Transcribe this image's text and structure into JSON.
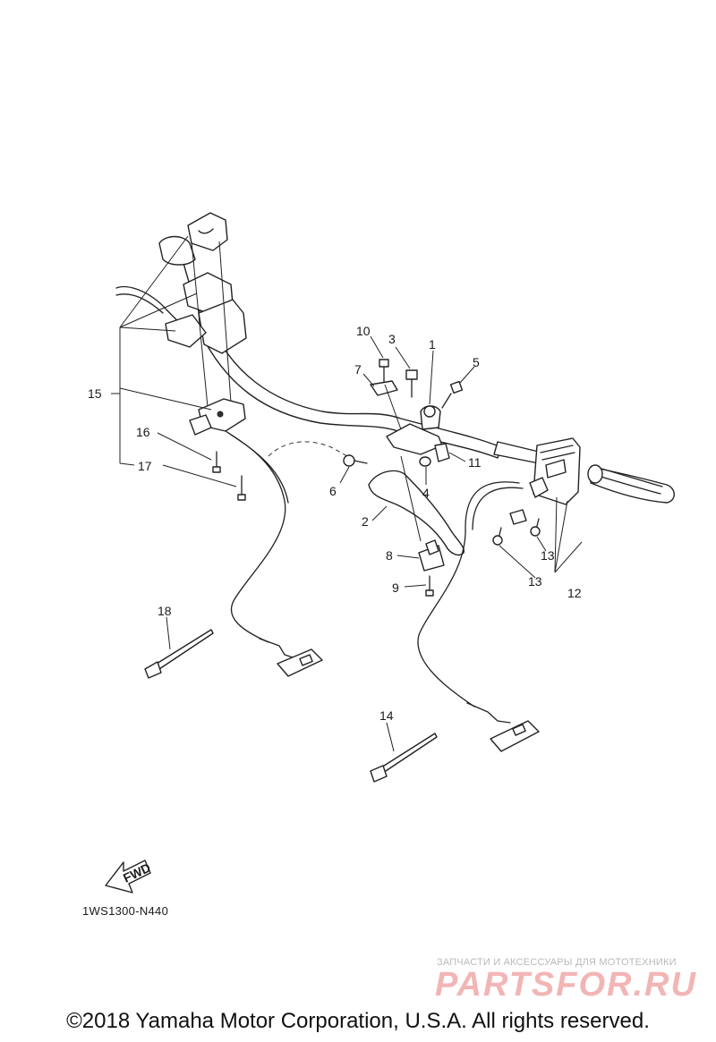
{
  "callouts": [
    "1",
    "2",
    "3",
    "4",
    "5",
    "6",
    "7",
    "8",
    "9",
    "10",
    "11",
    "12",
    "13",
    "13",
    "14",
    "15",
    "16",
    "17",
    "18"
  ],
  "fwd_label": "FWD",
  "diagram_code": "1WS1300-N440",
  "watermark": {
    "subtitle": "ЗАПЧАСТИ И АКСЕССУАРЫ ДЛЯ МОТОТЕХНИКИ",
    "logo": "PARTSFOR.RU"
  },
  "copyright": "©2018 Yamaha Motor Corporation, U.S.A. All rights reserved."
}
